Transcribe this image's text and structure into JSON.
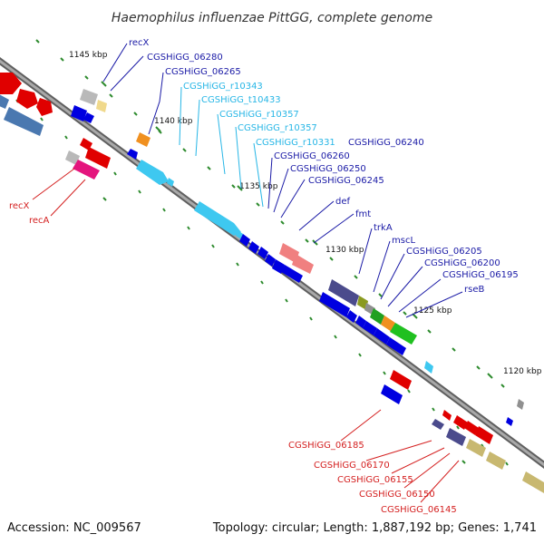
{
  "title": "Haemophilus influenzae PittGG, complete genome",
  "footer": {
    "accession": "Accession: NC_009567",
    "summary": "Topology: circular; Length: 1,887,192 bp; Genes: 1,741"
  },
  "colors": {
    "backbone": "#808080",
    "cds_blue": "#0a0ae8",
    "rna_cyan": "#3ec8f0",
    "label_blue": "#1a1aa6",
    "label_cyan": "#27b6e6",
    "label_red": "#d42020",
    "tick_green": "#2e8b2e"
  },
  "ticks": [
    {
      "label": "1145 kbp"
    },
    {
      "label": "1140 kbp"
    },
    {
      "label": "1135 kbp"
    },
    {
      "label": "1130 kbp"
    },
    {
      "label": "1125 kbp"
    },
    {
      "label": "1120 kbp"
    }
  ],
  "labels_top": [
    {
      "text": "recX",
      "color": "blue"
    },
    {
      "text": "CGSHiGG_06280",
      "color": "blue"
    },
    {
      "text": "CGSHiGG_06265",
      "color": "blue"
    },
    {
      "text": "CGSHiGG_r10343",
      "color": "cyan"
    },
    {
      "text": "CGSHiGG_t10433",
      "color": "cyan"
    },
    {
      "text": "CGSHiGG_r10357",
      "color": "cyan"
    },
    {
      "text": "CGSHiGG_r10357",
      "color": "cyan"
    },
    {
      "text": "CGSHiGG_r10331",
      "color": "cyan"
    },
    {
      "text": "CGSHiGG_06240",
      "color": "blue"
    },
    {
      "text": "CGSHiGG_06260",
      "color": "blue"
    },
    {
      "text": "CGSHiGG_06250",
      "color": "blue"
    },
    {
      "text": "CGSHiGG_06245",
      "color": "blue"
    },
    {
      "text": "def",
      "color": "blue"
    },
    {
      "text": "fmt",
      "color": "blue"
    },
    {
      "text": "trkA",
      "color": "blue"
    },
    {
      "text": "mscL",
      "color": "blue"
    },
    {
      "text": "CGSHiGG_06205",
      "color": "blue"
    },
    {
      "text": "CGSHiGG_06200",
      "color": "blue"
    },
    {
      "text": "CGSHiGG_06195",
      "color": "blue"
    },
    {
      "text": "rseB",
      "color": "blue"
    }
  ],
  "labels_bottom": [
    {
      "text": "recX",
      "color": "red"
    },
    {
      "text": "recA",
      "color": "red"
    },
    {
      "text": "CGSHiGG_06185",
      "color": "red"
    },
    {
      "text": "CGSHiGG_06170",
      "color": "red"
    },
    {
      "text": "CGSHiGG_06155",
      "color": "red"
    },
    {
      "text": "CGSHiGG_06150",
      "color": "red"
    },
    {
      "text": "CGSHiGG_06145",
      "color": "red"
    }
  ]
}
